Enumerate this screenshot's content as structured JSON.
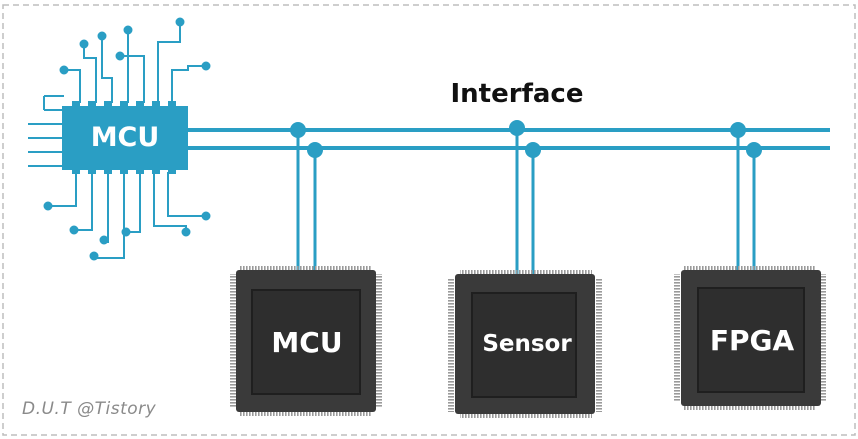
{
  "title": "Interface",
  "host": {
    "label": "MCU"
  },
  "devices": [
    {
      "label": "MCU"
    },
    {
      "label": "Sensor"
    },
    {
      "label": "FPGA"
    }
  ],
  "watermark": "D.U.T @Tistory",
  "colors": {
    "bus": "#2a9ec4",
    "host_chip": "#2a9ec4",
    "device_chip": "#3a3a3a",
    "device_inner": "#2e2e2e",
    "label_text": "#ffffff",
    "title_text": "#111111",
    "border": "#bdbdbd"
  }
}
